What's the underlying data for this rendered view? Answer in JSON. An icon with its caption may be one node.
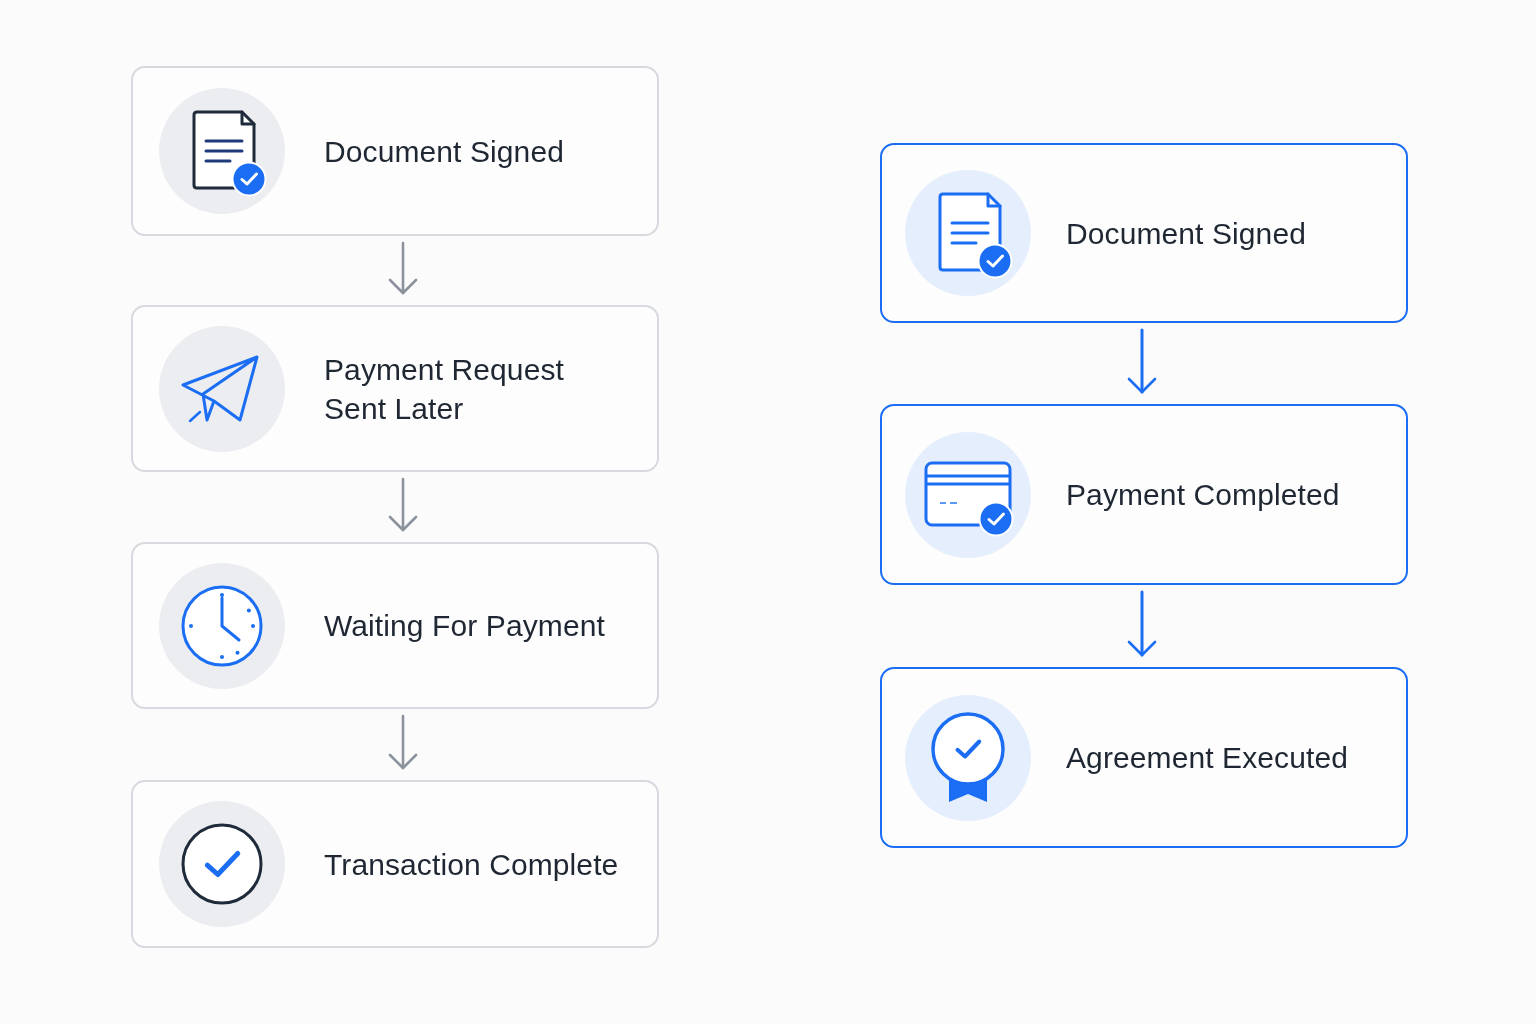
{
  "diagram": {
    "nodes": [
      {
        "text": [
          "Document Signed"
        ]
      },
      {
        "text": [
          "Payment Request Sent Later"
        ]
      },
      {
        "text": [
          "Waiting For Payment"
        ]
      },
      {
        "text": [
          "Transaction Complete"
        ]
      },
      {
        "text": [
          "Document Signed"
        ]
      },
      {
        "text": [
          "Payment Completed"
        ]
      },
      {
        "text": [
          "Agreement Executed"
        ]
      }
    ],
    "edges": [
      {
        "from": 0,
        "to": 1,
        "arrow": "to"
      },
      {
        "from": 1,
        "to": 2,
        "arrow": "to"
      },
      {
        "from": 2,
        "to": 3,
        "arrow": "to"
      },
      {
        "from": 4,
        "to": 5,
        "arrow": "to",
        "color": "#1b6ef3"
      },
      {
        "from": 5,
        "to": 6,
        "arrow": "to",
        "color": "#1b6ef3"
      }
    ]
  }
}
